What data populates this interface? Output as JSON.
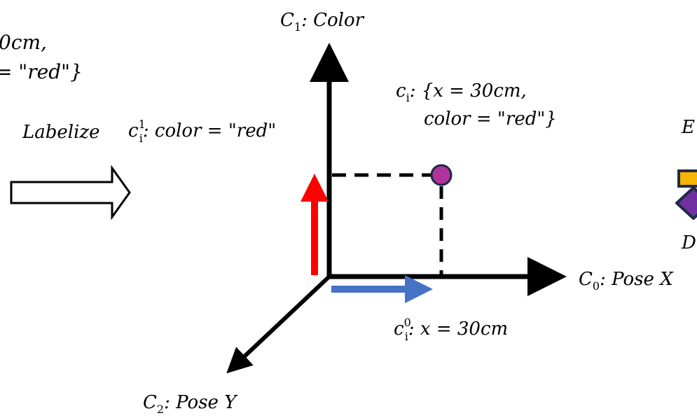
{
  "left_fragment": {
    "line1": "0cm,",
    "line2": "= \"red\"}"
  },
  "arrow_label": "Labelize",
  "axes": {
    "c1": {
      "base": "C",
      "sub": "1",
      "text": ": Color"
    },
    "c0": {
      "base": "C",
      "sub": "0",
      "text": ": Pose X"
    },
    "c2": {
      "base": "C",
      "sub": "2",
      "text": ": Pose Y"
    }
  },
  "point_label": {
    "base": "c",
    "sub": "i",
    "line1_text": ": {x = 30cm,",
    "line2_text": "color = \"red\"}"
  },
  "component_color": {
    "base": "c",
    "sup": "1",
    "sub": "i",
    "text": ": color = \"red\""
  },
  "component_x": {
    "base": "c",
    "sup": "0",
    "sub": "i",
    "text": ": x = 30cm"
  },
  "right_fragment": {
    "letter_top": "E",
    "letter_bottom": "D"
  },
  "colors": {
    "axis": "#000000",
    "color_vector": "#ff0000",
    "x_vector": "#4472c4",
    "point_fill": "#b0339b",
    "point_stroke": "#1f2a44",
    "square_fill": "#f5b400",
    "diamond_fill": "#7030a0"
  }
}
